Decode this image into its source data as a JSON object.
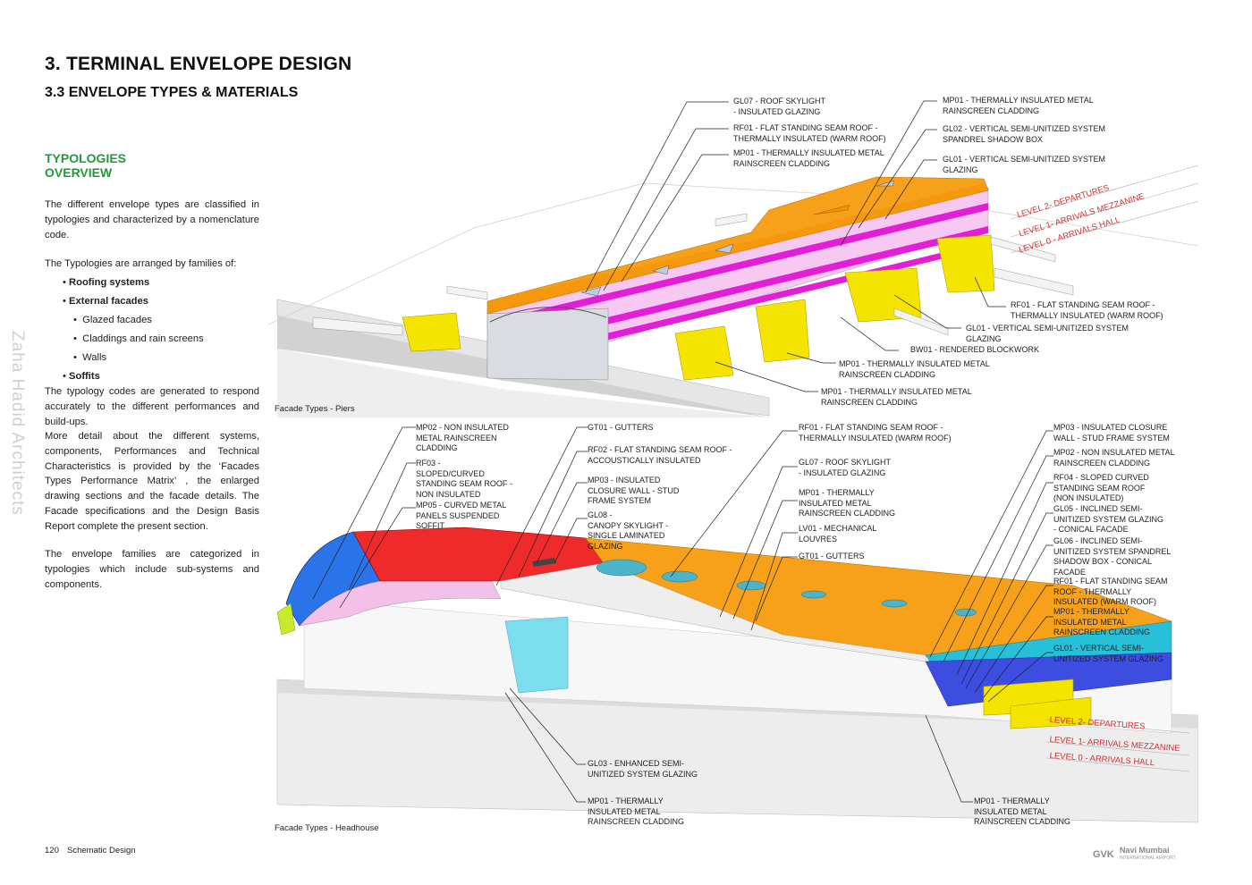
{
  "header": {
    "title": "3. TERMINAL ENVELOPE DESIGN",
    "subtitle": "3.3 ENVELOPE TYPES & MATERIALS"
  },
  "sidebar": {
    "section_title_1": "TYPOLOGIES",
    "section_title_2": "OVERVIEW",
    "intro": "The different envelope types are classified in typologies and characterized by a nomenclature code.",
    "families_intro": "The Typologies are arranged by families of:",
    "families": {
      "roofing": "Roofing systems",
      "external": "External facades",
      "glazed": "Glazed facades",
      "claddings": "Claddings and rain screens",
      "walls": "Walls",
      "soffits": "Soffits"
    },
    "codes_text": "The typology codes are generated to respond accurately to the different performances and build-ups.",
    "more_text": "More detail about the different systems, components, Performances and Technical Characteristics is provided by the ‘Facades Types Performance Matrix’ , the enlarged drawing sections and the facade details. The Facade specifications and the Design Basis Report complete the present section.",
    "families_text": "The envelope families are categorized in typologies which include sub-systems and components."
  },
  "watermark": "Zaha Hadid Architects",
  "piers": {
    "caption": "Facade Types - Piers",
    "labels": {
      "gl07": "GL07 - ROOF SKYLIGHT\n- INSULATED GLAZING",
      "rf01a": "RF01 - FLAT STANDING SEAM ROOF -\nTHERMALLY INSULATED (WARM ROOF)",
      "mp01a": "MP01 - THERMALLY INSULATED METAL\nRAINSCREEN CLADDING",
      "mp01b": "MP01 - THERMALLY INSULATED METAL\nRAINSCREEN CLADDING",
      "gl02": "GL02 - VERTICAL SEMI-UNITIZED SYSTEM\nSPANDREL SHADOW BOX",
      "gl01a": "GL01 - VERTICAL SEMI-UNITIZED SYSTEM\nGLAZING",
      "rf01b": "RF01 - FLAT STANDING SEAM ROOF -\nTHERMALLY INSULATED (WARM ROOF)",
      "gl01b": "GL01 - VERTICAL SEMI-UNITIZED SYSTEM\nGLAZING",
      "bw01": "BW01 - RENDERED BLOCKWORK",
      "mp01c": "MP01 - THERMALLY INSULATED METAL\nRAINSCREEN CLADDING",
      "mp01d": "MP01 - THERMALLY INSULATED METAL\nRAINSCREEN CLADDING"
    },
    "levels": {
      "l2": "LEVEL 2- DEPARTURES",
      "l1": "LEVEL 1- ARRIVALS MEZZANINE",
      "l0": "LEVEL 0 - ARRIVALS HALL"
    }
  },
  "headhouse": {
    "caption": "Facade Types - Headhouse",
    "labels": {
      "mp02a": "MP02 - NON INSULATED\nMETAL RAINSCREEN\nCLADDING",
      "rf03": "RF03 -\nSLOPED/CURVED\nSTANDING SEAM ROOF -\nNON INSULATED",
      "mp05": "MP05 - CURVED METAL\nPANELS SUSPENDED\nSOFFIT",
      "gt01a": "GT01 - GUTTERS",
      "rf02": "RF02 - FLAT STANDING SEAM ROOF -\nACCOUSTICALLY INSULATED",
      "mp03a": "MP03 - INSULATED\nCLOSURE WALL - STUD\nFRAME SYSTEM",
      "gl08": "GL08 -\nCANOPY SKYLIGHT -\nSINGLE LAMINATED\nGLAZING",
      "rf01": "RF01 - FLAT STANDING SEAM ROOF -\nTHERMALLY INSULATED (WARM ROOF)",
      "gl07": "GL07 - ROOF SKYLIGHT\n- INSULATED GLAZING",
      "mp01a": "MP01 - THERMALLY\nINSULATED METAL\nRAINSCREEN CLADDING",
      "lv01": "LV01 - MECHANICAL\nLOUVRES",
      "gt01b": "GT01 - GUTTERS",
      "mp03b": "MP03 - INSULATED CLOSURE\nWALL - STUD FRAME SYSTEM",
      "mp02b": "MP02 - NON INSULATED METAL\nRAINSCREEN CLADDING",
      "rf04": "RF04 - SLOPED CURVED\nSTANDING SEAM ROOF\n(NON INSULATED)",
      "gl05": "GL05 - INCLINED SEMI-\nUNITIZED SYSTEM GLAZING\n- CONICAL FACADE",
      "gl06": "GL06 - INCLINED SEMI-\nUNITIZED SYSTEM SPANDREL\nSHADOW BOX - CONICAL\nFACADE",
      "rf01b": "RF01 - FLAT STANDING SEAM\nROOF - THERMALLY\nINSULATED (WARM ROOF)",
      "mp01b": "MP01 - THERMALLY\nINSULATED METAL\nRAINSCREEN CLADDING",
      "gl01": "GL01 - VERTICAL SEMI-\nUNITIZED SYSTEM GLAZING",
      "gl03": "GL03 - ENHANCED SEMI-\nUNITIZED SYSTEM GLAZING",
      "mp01c": "MP01 - THERMALLY\nINSULATED METAL\nRAINSCREEN CLADDING",
      "mp01d": "MP01 - THERMALLY\nINSULATED METAL\nRAINSCREEN CLADDING"
    },
    "levels": {
      "l2": "LEVEL 2- DEPARTURES",
      "l1": "LEVEL 1- ARRIVALS MEZZANINE",
      "l0": "LEVEL 0 - ARRIVALS HALL"
    }
  },
  "footer": {
    "page_number": "120",
    "section": "Schematic Design",
    "logo_mark": "GVK",
    "logo_name": "Navi Mumbai",
    "logo_sub": "INTERNATIONAL AIRPORT"
  },
  "colors": {
    "accent_green": "#1f9a3a",
    "roof_orange": "#f7a11a",
    "level_red": "#d03030"
  }
}
